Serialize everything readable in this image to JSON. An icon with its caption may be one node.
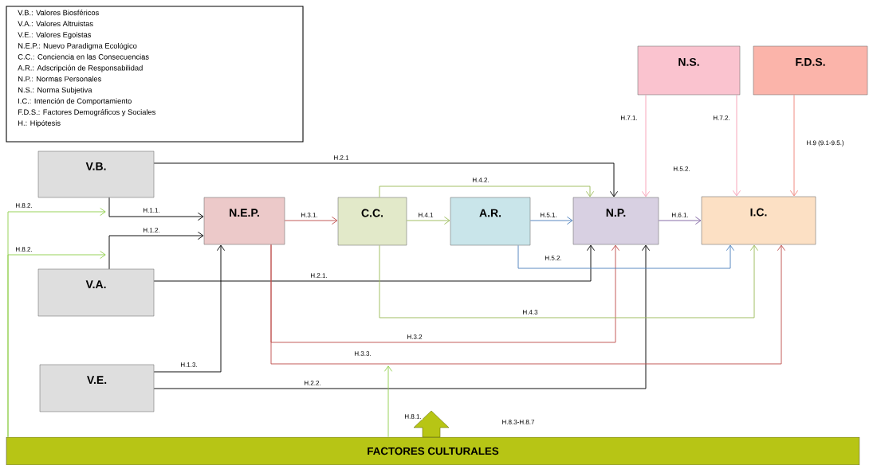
{
  "diagram": {
    "nodes": [
      {
        "text": [
          "V.B.: Valores Biosféricos",
          "V.A.: Valores Altruistas",
          "V.E.: Valores Egoistas",
          "N.E.P.: Nuevo Paradigma Ecológico",
          "C.C.: Conciencia en las Consecuencias",
          "A.R.: Adscripción de Responsabilidad",
          "N.P.: Normas Personales",
          "N.S.: Norma Subjetiva",
          "I.C.: Intención de Comportamiento",
          "F.D.S.: Factores Demográficos  y Sociales",
          "H.: Hipótesis"
        ]
      },
      {
        "text": [
          "V.B."
        ]
      },
      {
        "text": [
          "V.A."
        ]
      },
      {
        "text": [
          "V.E."
        ]
      },
      {
        "text": [
          "N.E.P."
        ]
      },
      {
        "text": [
          "C.C."
        ]
      },
      {
        "text": [
          "A.R."
        ]
      },
      {
        "text": [
          "N.P."
        ]
      },
      {
        "text": [
          "I.C."
        ]
      },
      {
        "text": [
          "N.S."
        ]
      },
      {
        "text": [
          "F.D.S."
        ]
      },
      {
        "text": [
          "FACTORES CULTURALES"
        ]
      }
    ],
    "edges": [
      {
        "from": 1,
        "to": 4,
        "arrow": "to",
        "label": "H.1.1."
      },
      {
        "from": 2,
        "to": 4,
        "arrow": "to",
        "label": "H.1.2."
      },
      {
        "from": 3,
        "to": 4,
        "arrow": "to",
        "label": "H.1.3."
      },
      {
        "from": 1,
        "to": 7,
        "arrow": "to",
        "label": "H.2.1"
      },
      {
        "from": 2,
        "to": 7,
        "arrow": "to",
        "label": "H.2.1."
      },
      {
        "from": 3,
        "to": 7,
        "arrow": "to",
        "label": "H.2.2."
      },
      {
        "from": 4,
        "to": 5,
        "arrow": "to",
        "label": "H.3.1.",
        "color": "#c0504d"
      },
      {
        "from": 4,
        "to": 7,
        "arrow": "to",
        "label": "H.3.2",
        "color": "#c0504d"
      },
      {
        "from": 4,
        "to": 8,
        "arrow": "to",
        "label": "H.3.3.",
        "color": "#c0504d"
      },
      {
        "from": 5,
        "to": 6,
        "arrow": "to",
        "label": "H.4.1",
        "color": "#9bbb59"
      },
      {
        "from": 5,
        "to": 7,
        "arrow": "to",
        "label": "H.4.2.",
        "color": "#9bbb59"
      },
      {
        "from": 5,
        "to": 8,
        "arrow": "to",
        "label": "H.4.3",
        "color": "#9bbb59"
      },
      {
        "from": 6,
        "to": 7,
        "arrow": "to",
        "label": "H.5.1.",
        "color": "#4f81bd"
      },
      {
        "from": 6,
        "to": 8,
        "arrow": "to",
        "label": "H.5.2.",
        "color": "#4f81bd"
      },
      {
        "from": 7,
        "to": 8,
        "arrow": "to",
        "label": "H.6.1.",
        "color": "#8064a2"
      },
      {
        "from": 9,
        "to": 7,
        "arrow": "to",
        "label": "H.7.1.",
        "color": "#f79fb5"
      },
      {
        "from": 9,
        "to": 8,
        "arrow": "to",
        "label": "H.7.2.",
        "color": "#f79fb5"
      },
      {
        "from": 10,
        "to": 8,
        "arrow": "to",
        "label": "H.9 (9.1-9.5.)",
        "color": "#f0847a"
      },
      {
        "from": 11,
        "to": null,
        "arrow": "to",
        "label": "H.8.2.",
        "color": "#92d050"
      },
      {
        "from": 11,
        "to": null,
        "arrow": "to",
        "label": "H.8.2.",
        "color": "#92d050"
      },
      {
        "from": 11,
        "to": null,
        "arrow": "to",
        "label": "H.8.1.",
        "color": "#92d050"
      }
    ],
    "labels": [
      "H.5.2.",
      "H.8.3-H.8.7"
    ]
  }
}
